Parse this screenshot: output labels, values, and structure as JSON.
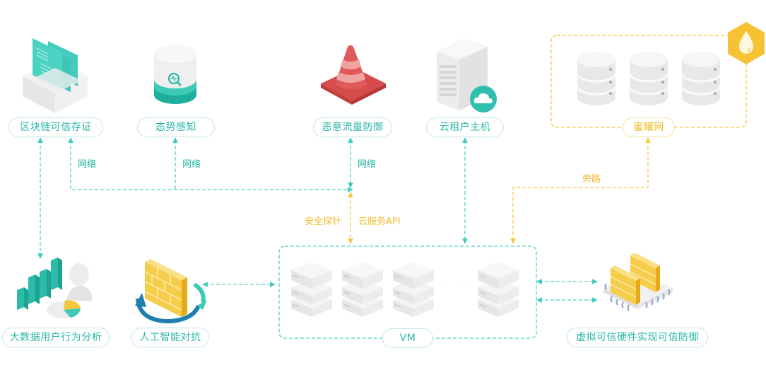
{
  "colors": {
    "teal": "#2bb7a6",
    "teal_line": "#4fd1c5",
    "gold": "#f1bd33",
    "red": "#e05a5a",
    "gray": "#e9e9e9"
  },
  "nodes": {
    "blockchain": {
      "label": "区块链可信存证",
      "icon": "document-box-icon"
    },
    "situation": {
      "label": "态势感知",
      "icon": "database-search-icon"
    },
    "ddos": {
      "label": "恶意流量防御",
      "icon": "traffic-cone-icon"
    },
    "cloud_host": {
      "label": "云租户主机",
      "icon": "cloud-server-icon"
    },
    "honeypot": {
      "label": "蜜罐网",
      "icon": "honey-drop-icon"
    },
    "bigdata": {
      "label": "大数据用户行为分析",
      "icon": "bar-chart-user-icon"
    },
    "ai": {
      "label": "人工智能对抗",
      "icon": "firewall-cycle-icon"
    },
    "vm": {
      "label": "VM",
      "icon": "server-stack-icon",
      "ellipsis": "· · ·"
    },
    "trusted_hw": {
      "label": "虚拟可信硬件实现可信防御",
      "icon": "firewall-chip-icon"
    }
  },
  "edges": {
    "net1": "网络",
    "net2": "网络",
    "net3": "网络",
    "probe": "安全探针",
    "api": "云服务API",
    "bypass": "旁路"
  }
}
